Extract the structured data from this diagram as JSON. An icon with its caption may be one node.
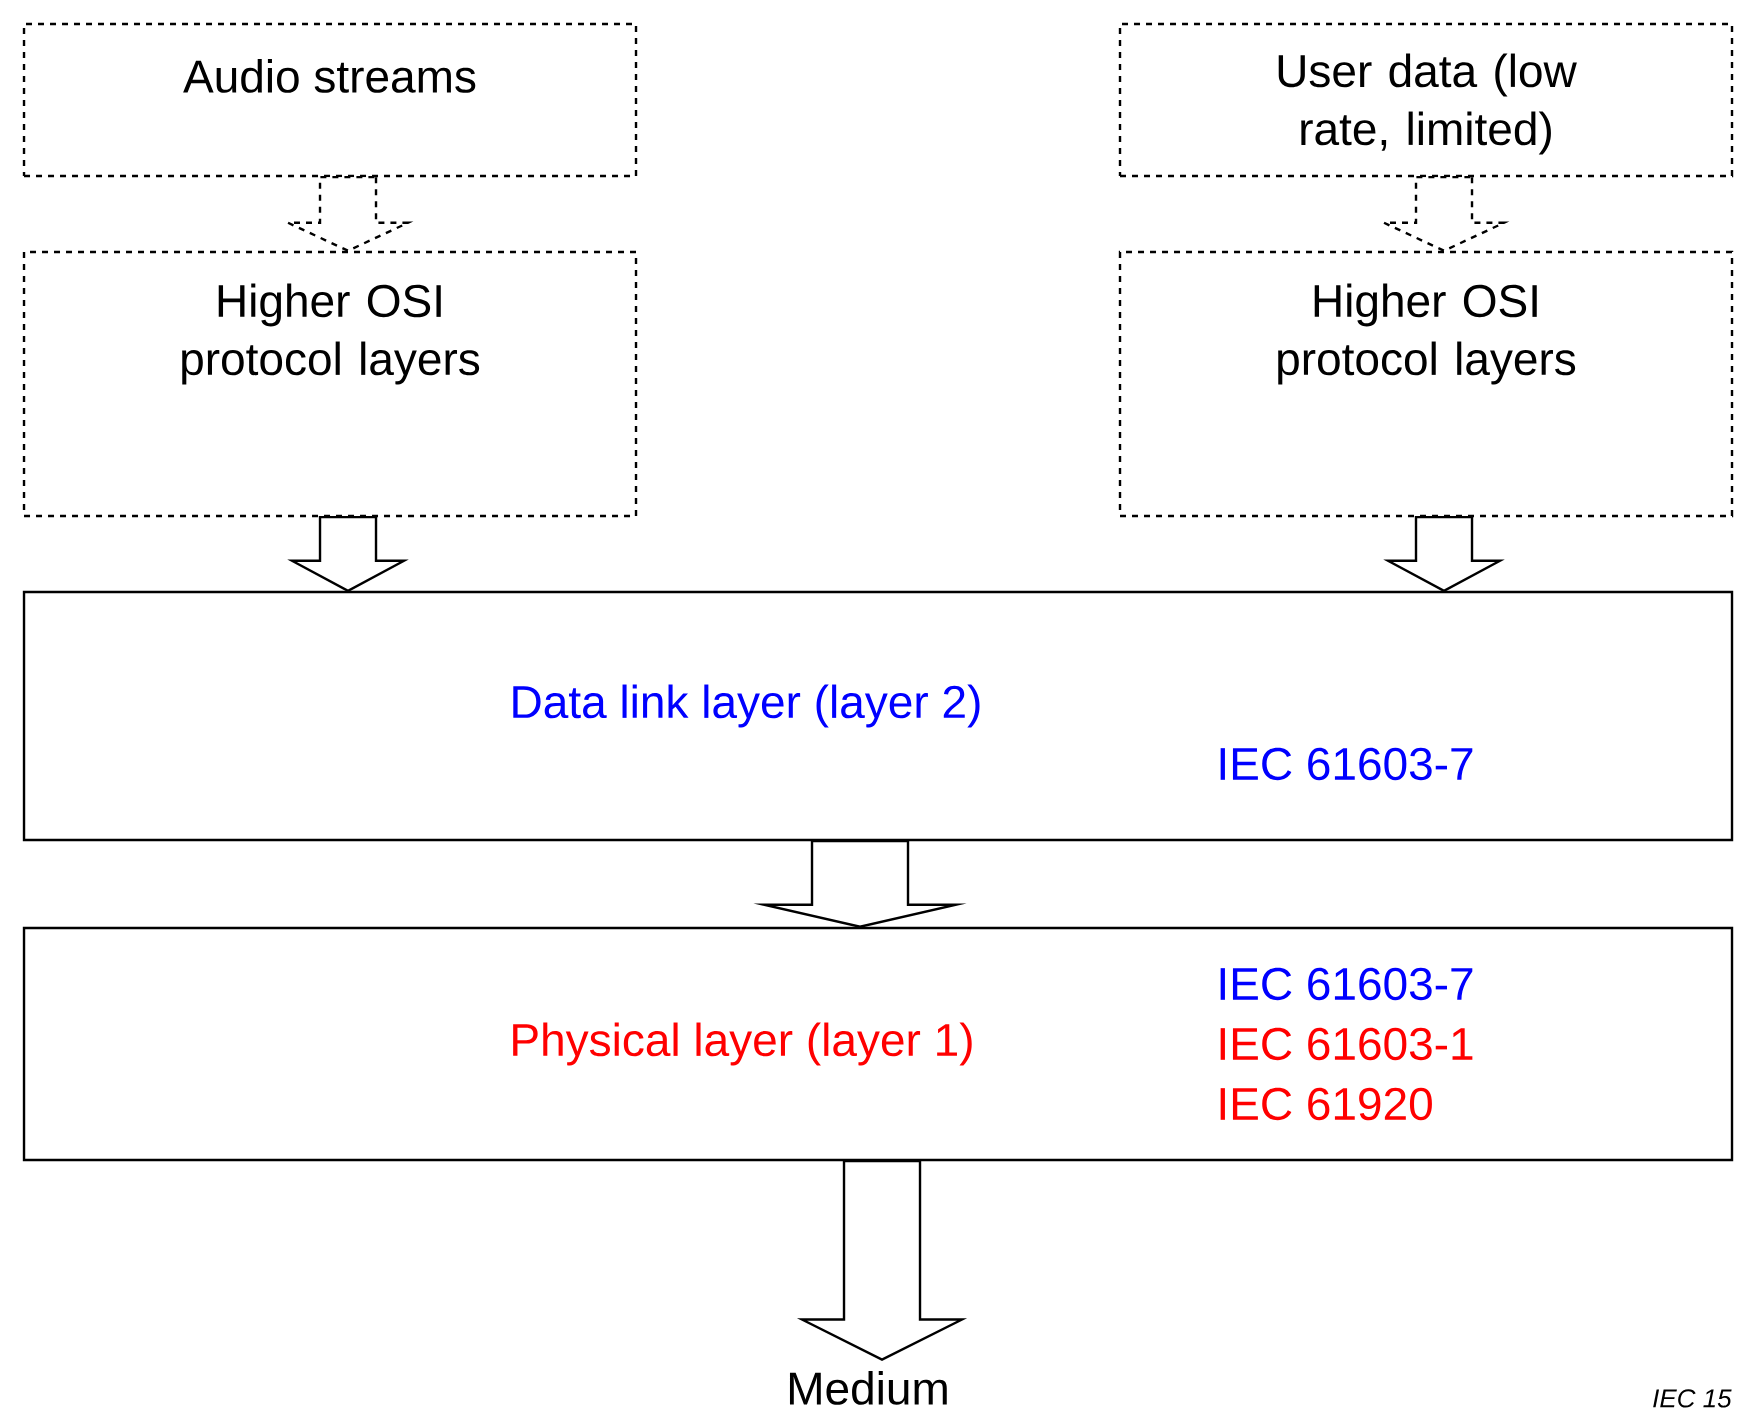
{
  "diagram": {
    "nodes": [
      {
        "text": [
          "Audio streams"
        ]
      },
      {
        "text": [
          "User data (low rate, limited)"
        ]
      },
      {
        "text": [
          "Higher OSI protocol layers"
        ]
      },
      {
        "text": [
          "Higher OSI protocol layers"
        ]
      },
      {
        "text": [
          "Data link layer (layer 2)",
          "IEC 61603-7"
        ]
      },
      {
        "text": [
          "Physical layer (layer 1)",
          "IEC 61603-7",
          "IEC 61603-1",
          "IEC 61920"
        ]
      },
      {
        "text": [
          "Medium"
        ]
      }
    ],
    "edges": [
      {
        "from": 0,
        "to": 2,
        "arrow": "to",
        "style": "dashed"
      },
      {
        "from": 1,
        "to": 3,
        "arrow": "to",
        "style": "dashed"
      },
      {
        "from": 2,
        "to": 4,
        "arrow": "to"
      },
      {
        "from": 3,
        "to": 4,
        "arrow": "to"
      },
      {
        "from": 4,
        "to": 5,
        "arrow": "to"
      },
      {
        "from": 5,
        "to": 6,
        "arrow": "to"
      }
    ],
    "labels": [
      "IEC 15"
    ]
  }
}
